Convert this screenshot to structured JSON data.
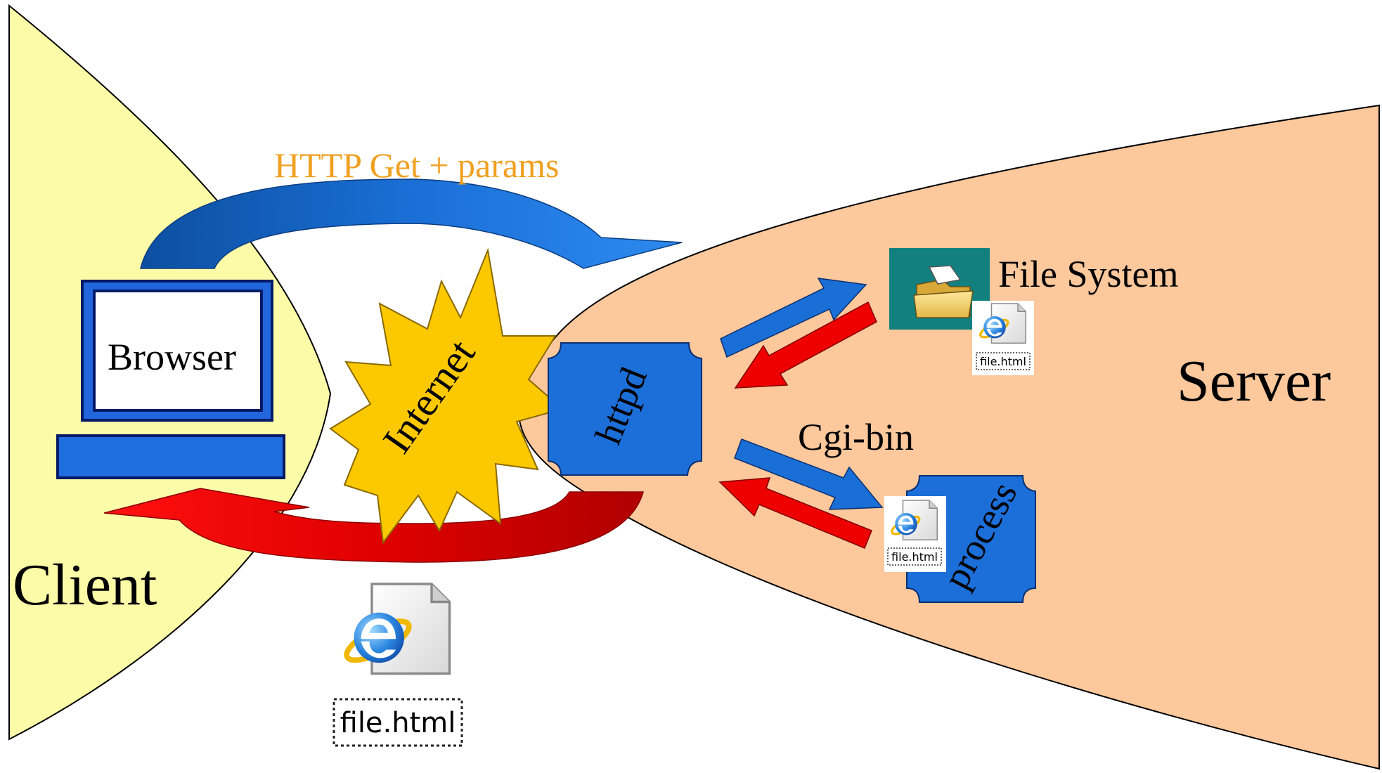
{
  "labels": {
    "client": "Client",
    "server": "Server",
    "browser": "Browser",
    "internet": "Internet",
    "httpd": "httpd",
    "process": "process",
    "file_system": "File System",
    "cgi_bin": "Cgi-bin",
    "http_request": "HTTP Get + params"
  },
  "file_icons": {
    "filename": "file.html",
    "glyph": "e"
  },
  "colors": {
    "client_zone": "#fcfca8",
    "server_zone": "#fcc89c",
    "arrow_blue": "#1a6fd6",
    "arrow_red": "#ee0000",
    "http_label": "#f0a020",
    "starburst": "#fcc800",
    "folder_bg": "#138080"
  }
}
